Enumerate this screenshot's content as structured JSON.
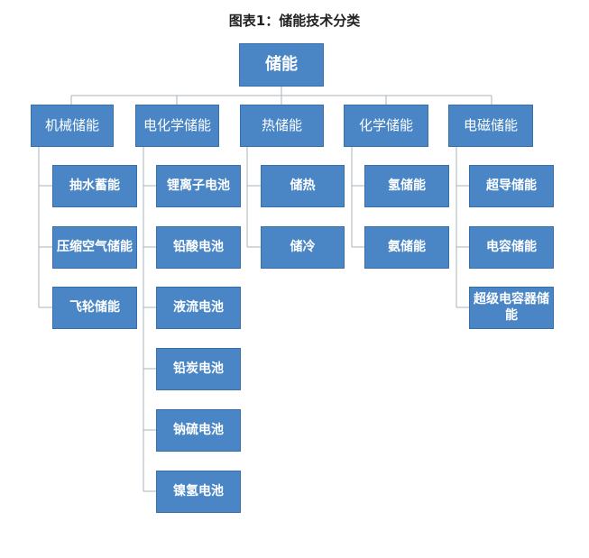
{
  "title": "图表1：储能技术分类",
  "root": "储能",
  "categories": [
    {
      "label": "机械储能",
      "items": [
        "抽水蓄能",
        "压缩空气储能",
        "飞轮储能"
      ]
    },
    {
      "label": "电化学储能",
      "items": [
        "锂离子电池",
        "铅酸电池",
        "液流电池",
        "铅炭电池",
        "钠硫电池",
        "镍氢电池"
      ]
    },
    {
      "label": "热储能",
      "items": [
        "储热",
        "储冷"
      ]
    },
    {
      "label": "化学储能",
      "items": [
        "氢储能",
        "氨储能"
      ]
    },
    {
      "label": "电磁储能",
      "items": [
        "超导储能",
        "电容储能",
        "超级电容器储能"
      ]
    }
  ]
}
